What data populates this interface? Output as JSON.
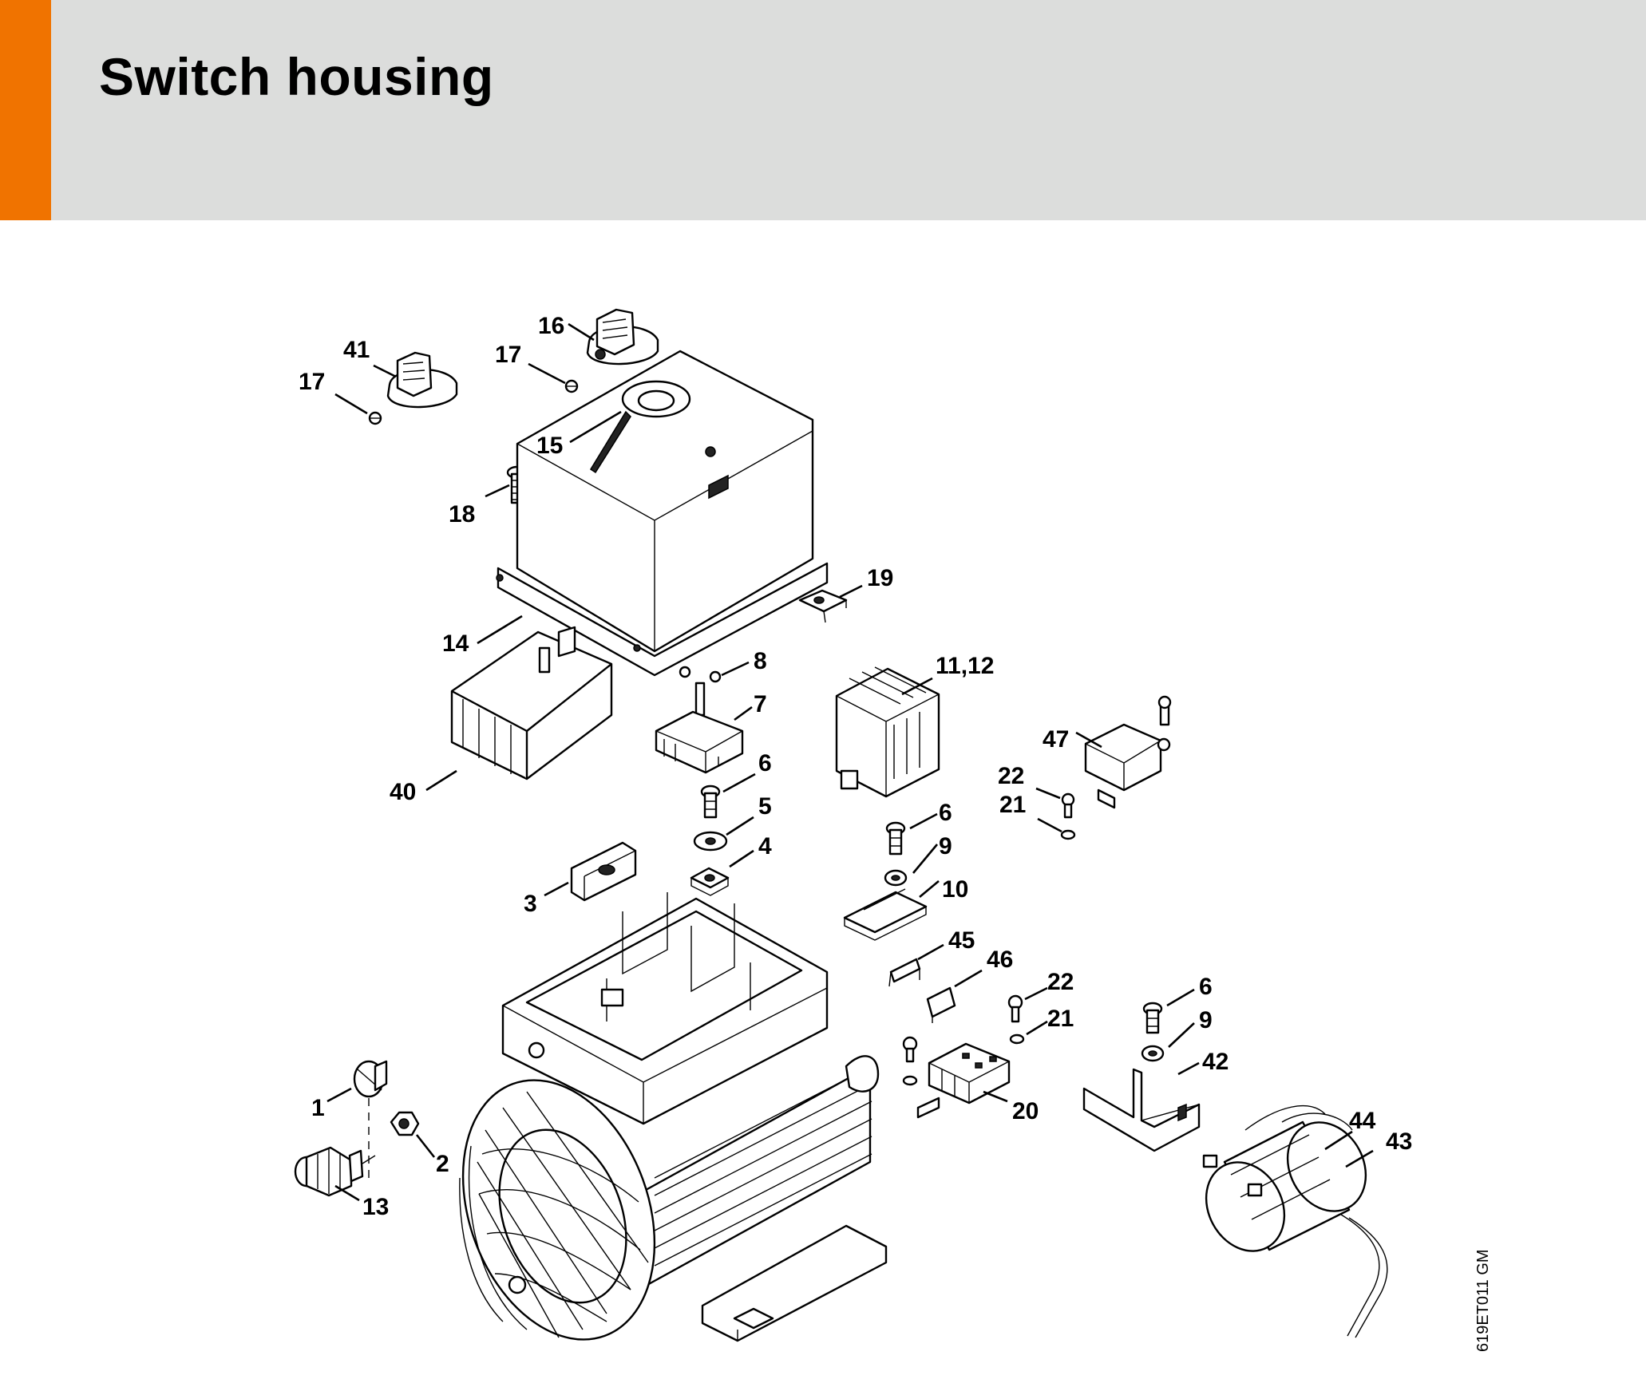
{
  "header": {
    "title": "Switch housing",
    "accent_color": "#f07300",
    "background_color": "#dcdddc"
  },
  "diagram": {
    "reference_code": "619ET011 GM",
    "callouts": [
      {
        "label": "41"
      },
      {
        "label": "17"
      },
      {
        "label": "16"
      },
      {
        "label": "17"
      },
      {
        "label": "15"
      },
      {
        "label": "18"
      },
      {
        "label": "19"
      },
      {
        "label": "14"
      },
      {
        "label": "8"
      },
      {
        "label": "7"
      },
      {
        "label": "11,12"
      },
      {
        "label": "47"
      },
      {
        "label": "22"
      },
      {
        "label": "21"
      },
      {
        "label": "40"
      },
      {
        "label": "6"
      },
      {
        "label": "5"
      },
      {
        "label": "4"
      },
      {
        "label": "6"
      },
      {
        "label": "9"
      },
      {
        "label": "10"
      },
      {
        "label": "3"
      },
      {
        "label": "45"
      },
      {
        "label": "46"
      },
      {
        "label": "22"
      },
      {
        "label": "21"
      },
      {
        "label": "6"
      },
      {
        "label": "9"
      },
      {
        "label": "42"
      },
      {
        "label": "1"
      },
      {
        "label": "2"
      },
      {
        "label": "13"
      },
      {
        "label": "20"
      },
      {
        "label": "44"
      },
      {
        "label": "43"
      }
    ]
  }
}
